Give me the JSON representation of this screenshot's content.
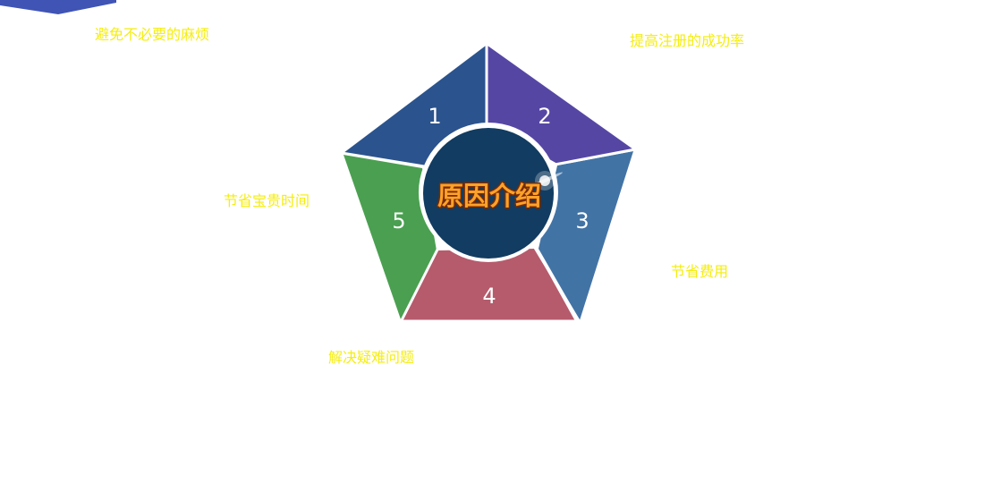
{
  "center": {
    "title": "原因介绍"
  },
  "segments": [
    {
      "number": "1",
      "label": "避免不必要的麻烦",
      "color": "#2b538d"
    },
    {
      "number": "2",
      "label": "提高注册的成功率",
      "color": "#5646a4"
    },
    {
      "number": "3",
      "label": "节省费用",
      "color": "#4273a5"
    },
    {
      "number": "4",
      "label": "解决疑难问题",
      "color": "#b65b6c"
    },
    {
      "number": "5",
      "label": "节省宝贵时间",
      "color": "#4aa050"
    }
  ],
  "colors": {
    "label_text": "#f5ee0e",
    "center_fill": "#123c61",
    "center_text": "#fca12a",
    "center_text_stroke": "#7a2a00",
    "corner_shape": "#3f54b5",
    "divider": "#ffffff"
  }
}
